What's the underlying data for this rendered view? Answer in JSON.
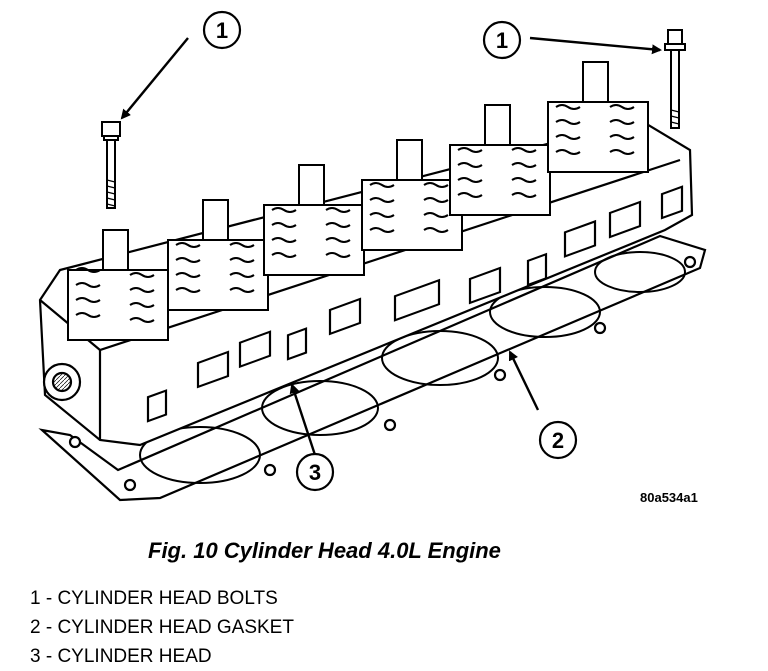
{
  "figure": {
    "callouts": [
      {
        "number": "1"
      },
      {
        "number": "1"
      },
      {
        "number": "2"
      },
      {
        "number": "3"
      }
    ],
    "ref_code": "80a534a1"
  },
  "caption": "Fig. 10 Cylinder Head 4.0L Engine",
  "legend": [
    "1 - CYLINDER HEAD BOLTS",
    "2 - CYLINDER HEAD GASKET",
    "3 - CYLINDER HEAD"
  ]
}
